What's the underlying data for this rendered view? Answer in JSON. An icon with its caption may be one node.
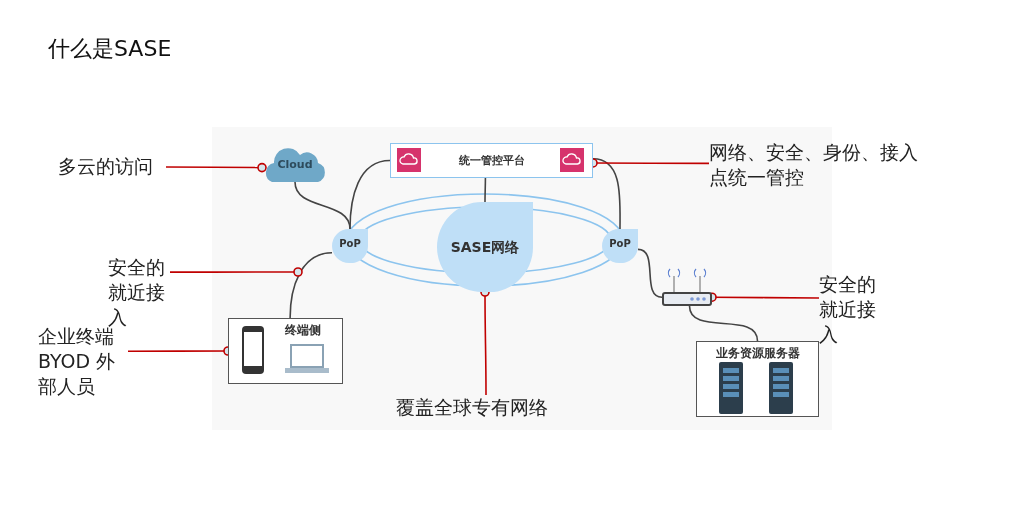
{
  "diagram": {
    "title": "什么是SASE",
    "nodes": [
      {
        "text": [
          "Cloud"
        ]
      },
      {
        "text": [
          "统一管控平台"
        ]
      },
      {
        "text": [
          "PoP"
        ]
      },
      {
        "text": [
          "SASE网络"
        ]
      },
      {
        "text": [
          "PoP"
        ]
      },
      {
        "text": [
          "终端侧"
        ]
      },
      {
        "text": [],
        "shape": "picture"
      },
      {
        "text": [
          "业务资源服务器"
        ]
      },
      {
        "text": [
          "多云的访问"
        ]
      },
      {
        "text": [
          "网络、安全、身份、接入点统一管控"
        ]
      },
      {
        "text": [
          "安全的就近接入"
        ]
      },
      {
        "text": [
          "企业终端 BYOD 外部人员"
        ]
      },
      {
        "text": [
          "安全的就近接入"
        ]
      },
      {
        "text": [
          "覆盖全球专有网络"
        ]
      }
    ],
    "edges": [
      {
        "from": 0,
        "to": 2,
        "arrow": "none"
      },
      {
        "from": 1,
        "to": 2,
        "arrow": "none"
      },
      {
        "from": 1,
        "to": 3,
        "arrow": "none"
      },
      {
        "from": 1,
        "to": 4,
        "arrow": "none"
      },
      {
        "from": 2,
        "to": 5,
        "arrow": "none"
      },
      {
        "from": 4,
        "to": 6,
        "arrow": "none"
      },
      {
        "from": 6,
        "to": 7,
        "arrow": "none"
      },
      {
        "from": 8,
        "to": 0,
        "arrow": "other",
        "color": "#c00000"
      },
      {
        "from": 9,
        "to": 1,
        "arrow": "other",
        "color": "#c00000"
      },
      {
        "from": 10,
        "to": null,
        "arrow": "other",
        "color": "#c00000"
      },
      {
        "from": 11,
        "to": 5,
        "arrow": "other",
        "color": "#c00000"
      },
      {
        "from": 12,
        "to": 6,
        "arrow": "other",
        "color": "#c00000"
      },
      {
        "from": 13,
        "to": 3,
        "arrow": "other",
        "color": "#c00000"
      }
    ]
  }
}
